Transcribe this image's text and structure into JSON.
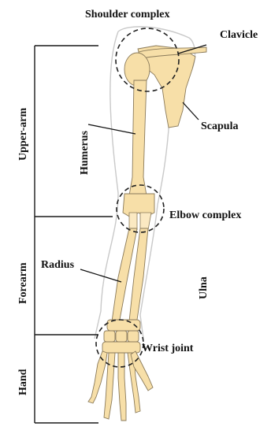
{
  "labels": {
    "shoulder_complex": "Shoulder complex",
    "clavicle": "Clavicle",
    "humerus": "Humerus",
    "scapula": "Scapula",
    "elbow_complex": "Elbow complex",
    "radius": "Radius",
    "ulna": "Ulna",
    "wrist_joint": "Wrist joint"
  },
  "regions": {
    "upper_arm": "Upper-arm",
    "forearm": "Forearm",
    "hand": "Hand"
  },
  "colors": {
    "bone_fill": "#f7dfa8",
    "outline": "#8a7a5a",
    "skin_outline": "#c9c9c9",
    "label_text": "#111111"
  }
}
